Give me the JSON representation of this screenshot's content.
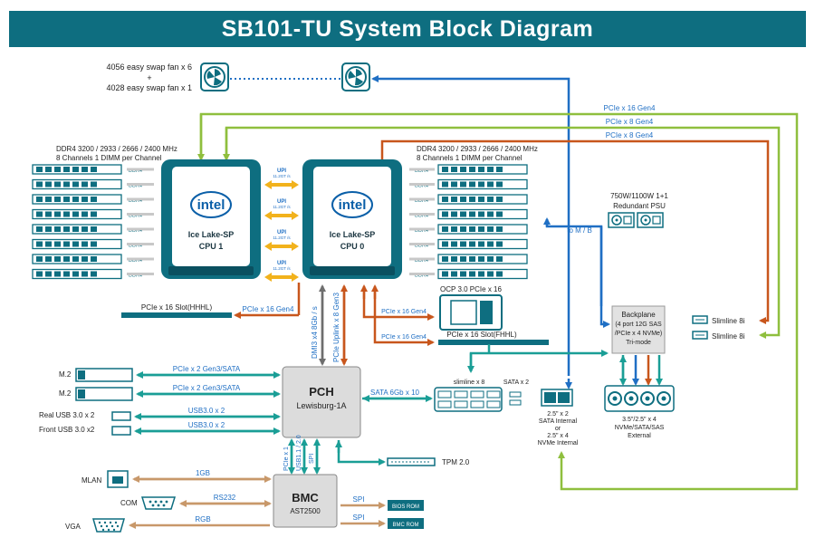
{
  "title": "SB101-TU System Block Diagram",
  "fans": {
    "line1": "4056 easy swap fan x 6",
    "plus": "+",
    "line2": "4028 easy swap fan x 1"
  },
  "cpu1": {
    "brand": "intel",
    "line1": "Ice Lake-SP",
    "line2": "CPU 1"
  },
  "cpu0": {
    "brand": "intel",
    "line1": "Ice Lake-SP",
    "line2": "CPU 0"
  },
  "memory_left": {
    "line1": "DDR4 3200 / 2933 / 2666 / 2400 MHz",
    "line2": "8 Channels 1 DIMM per Channel"
  },
  "memory_right": {
    "line1": "DDR4 3200 / 2933 / 2666 / 2400 MHz",
    "line2": "8 Channels 1 DIMM per Channel"
  },
  "dimm_label": "DDR4",
  "upi": {
    "label": "UPI",
    "speed": "11.2GT /s"
  },
  "pcie_links": {
    "top1": "PCIe x 16 Gen4",
    "top2": "PCIe x 8 Gen4",
    "top3": "PCIe x 8 Gen4"
  },
  "to_mb": "to M / B",
  "psu": {
    "line1": "750W/1100W 1+1",
    "line2": "Redundant PSU"
  },
  "slot_hhhl": {
    "label": "PCIe x 16 Slot(HHHL)",
    "link": "PCIe x 16 Gen4"
  },
  "ocp": {
    "label": "OCP 3.0 PCIe x 16",
    "link": "PCIe x 16 Gen4"
  },
  "slot_fhhl": {
    "label": "PCIe x 16 Slot(FHHL)",
    "link": "PCIe x 16 Gen4"
  },
  "dmi": "DMI3 x4 8Gb / s",
  "pcie_uplink": "PCIe Uplink x 8 Gen3",
  "backplane": {
    "line1": "Backplane",
    "line2": "(4 port 12G SAS",
    "line3": "/PCIe x 4 NVMe)",
    "line4": "Tri-mode"
  },
  "slimline": [
    "Slimline 8i",
    "Slimline 8i"
  ],
  "pch": {
    "line1": "PCH",
    "line2": "Lewisburg-1A"
  },
  "m2": [
    "M.2",
    "M.2"
  ],
  "m2_links": [
    "PCIe x 2 Gen3/SATA",
    "PCIe x 2 Gen3/SATA"
  ],
  "usb": {
    "rear": "Real USB 3.0 x 2",
    "front": "Front USB 3.0 x2",
    "link1": "USB3.0 x 2",
    "link2": "USB3.0 x 2"
  },
  "sata_link": "SATA 6Gb x 10",
  "slimline_x8": "slimline x 8",
  "sata_x2": "SATA x 2",
  "internal_drives": {
    "line1": "2.5\" x 2",
    "line2": "SATA Internal",
    "line3": "or",
    "line4": "2.5\" x 4",
    "line5": "NVMe Internal"
  },
  "external_drives": {
    "line1": "3.5\"/2.5\" x 4",
    "line2": "NVMe/SATA/SAS",
    "line3": "External"
  },
  "bmc_links": {
    "pcie": "PCIe x 1",
    "usb": "USB1.1 / 2.0",
    "spi": "SPI"
  },
  "tpm": "TPM 2.0",
  "bmc": {
    "line1": "BMC",
    "line2": "AST2500"
  },
  "mlan": {
    "label": "MLAN",
    "link": "1GB"
  },
  "com": {
    "label": "COM",
    "link": "RS232"
  },
  "vga": {
    "label": "VGA",
    "link": "RGB"
  },
  "spi_links": [
    "SPI",
    "SPI"
  ],
  "bios_rom": "BIOS ROM",
  "bmc_rom": "BMC ROM",
  "colors": {
    "teal": "#1a9e96",
    "orange": "#c8561c",
    "green": "#8fbf3e",
    "blue": "#1f6fc4",
    "brown": "#c8986a",
    "gray": "#6e6e6e",
    "banner": "#0e6e80"
  }
}
